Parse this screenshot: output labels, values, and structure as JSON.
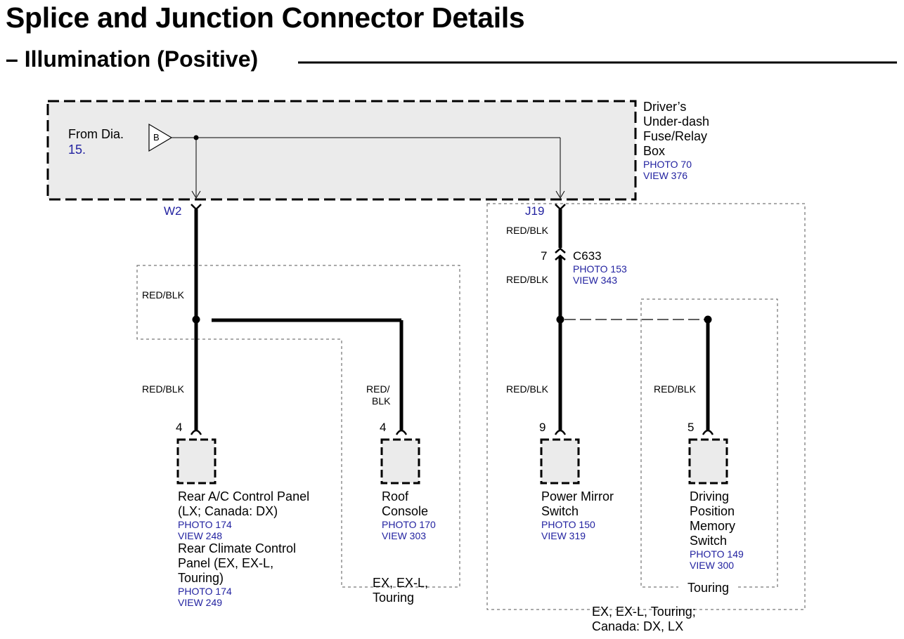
{
  "header": {
    "title": "Splice and Junction Connector Details",
    "subtitle": "– Illumination (Positive)"
  },
  "fuse_box": {
    "from_label": "From Dia.",
    "from_ref": "15.",
    "terminal": "B",
    "name_lines": [
      "Driver’s",
      "Under-dash",
      "Fuse/Relay",
      "Box"
    ],
    "photo": "PHOTO 70",
    "view": "VIEW 376"
  },
  "connectors": {
    "w2": "W2",
    "j19": "J19",
    "c633": "C633",
    "c633_pin": "7",
    "c633_photo": "PHOTO 153",
    "c633_view": "VIEW 343"
  },
  "wires": {
    "w2_branch": "RED/BLK",
    "w2_lower": "RED/BLK",
    "roof_wire": [
      "RED/",
      "BLK"
    ],
    "j19_upper": "RED/BLK",
    "j19_mid": "RED/BLK",
    "mirror_wire": "RED/BLK",
    "memory_wire": "RED/BLK"
  },
  "components": {
    "rear_ac": {
      "pin": "4",
      "lines": [
        "Rear A/C Control Panel",
        "(LX; Canada: DX)"
      ],
      "photo": "PHOTO 174",
      "view": "VIEW 248",
      "alt_lines": [
        "Rear Climate Control",
        "Panel (EX, EX-L,",
        "Touring)"
      ],
      "alt_photo": "PHOTO 174",
      "alt_view": "VIEW 249"
    },
    "roof_console": {
      "pin": "4",
      "lines": [
        "Roof",
        "Console"
      ],
      "photo": "PHOTO 170",
      "view": "VIEW 303"
    },
    "power_mirror": {
      "pin": "9",
      "lines": [
        "Power Mirror",
        "Switch"
      ],
      "photo": "PHOTO 150",
      "view": "VIEW 319"
    },
    "driving_memory": {
      "pin": "5",
      "lines": [
        "Driving",
        "Position",
        "Memory",
        "Switch"
      ],
      "photo": "PHOTO 149",
      "view": "VIEW 300"
    }
  },
  "option_boxes": {
    "roof_option": [
      "EX, EX-L,",
      "Touring"
    ],
    "memory_option": "Touring",
    "right_option": [
      "EX, EX-L, Touring;",
      "Canada: DX, LX"
    ]
  },
  "colors": {
    "ref_text": "#2222a0",
    "box_fill": "#ebebeb",
    "wire": "#000000"
  }
}
